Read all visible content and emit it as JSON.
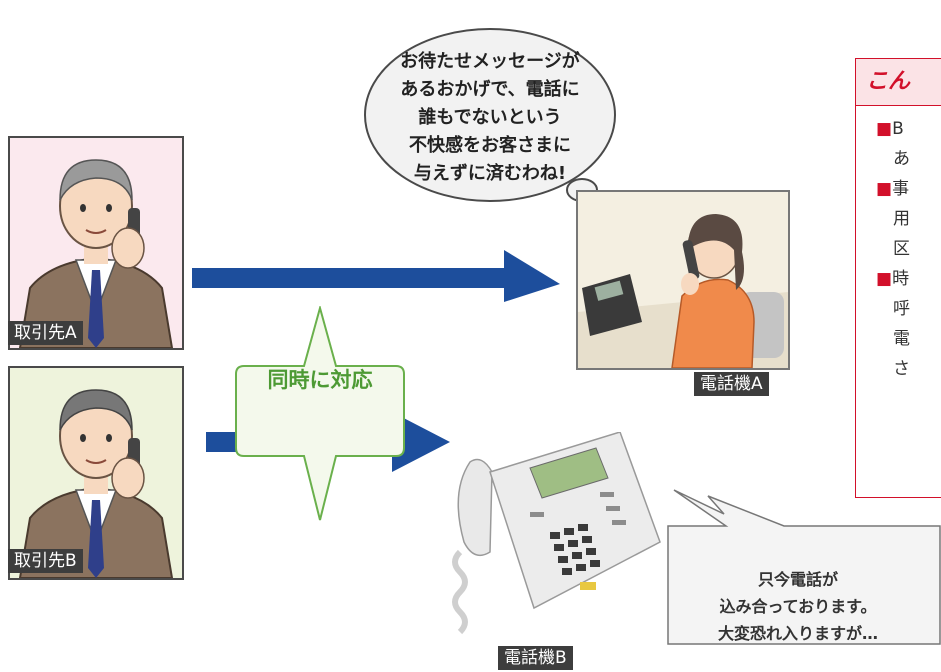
{
  "thought_bubble": {
    "lines": [
      "お待たせメッセージが",
      "あるおかげで、電話に",
      "誰もでないという",
      "不快感をお客さまに",
      "与えずに済むわね!"
    ]
  },
  "client_a": {
    "label": "取引先A"
  },
  "client_b": {
    "label": "取引先B"
  },
  "phone_a": {
    "label": "電話機A"
  },
  "phone_b": {
    "label": "電話機B"
  },
  "simultaneous": {
    "label": "同時に対応"
  },
  "speech_bubble": {
    "lines": [
      "只今電話が",
      "込み合っております。",
      "大変恐れ入りますが…"
    ]
  },
  "right_panel": {
    "title": "こん",
    "items": [
      {
        "marker": "■",
        "text": "B"
      },
      {
        "marker": "",
        "text": "あ"
      },
      {
        "marker": "■",
        "text": "事"
      },
      {
        "marker": "",
        "text": "用"
      },
      {
        "marker": "",
        "text": "区"
      },
      {
        "marker": "■",
        "text": "時"
      },
      {
        "marker": "",
        "text": "呼"
      },
      {
        "marker": "",
        "text": "電"
      },
      {
        "marker": "",
        "text": "さ"
      }
    ]
  },
  "colors": {
    "arrow": "#1d4e9c",
    "accent_red": "#d2102a",
    "green": "#6ab04c",
    "pink_bg": "#fbe9ee",
    "label_bg": "#3d3d3d"
  }
}
